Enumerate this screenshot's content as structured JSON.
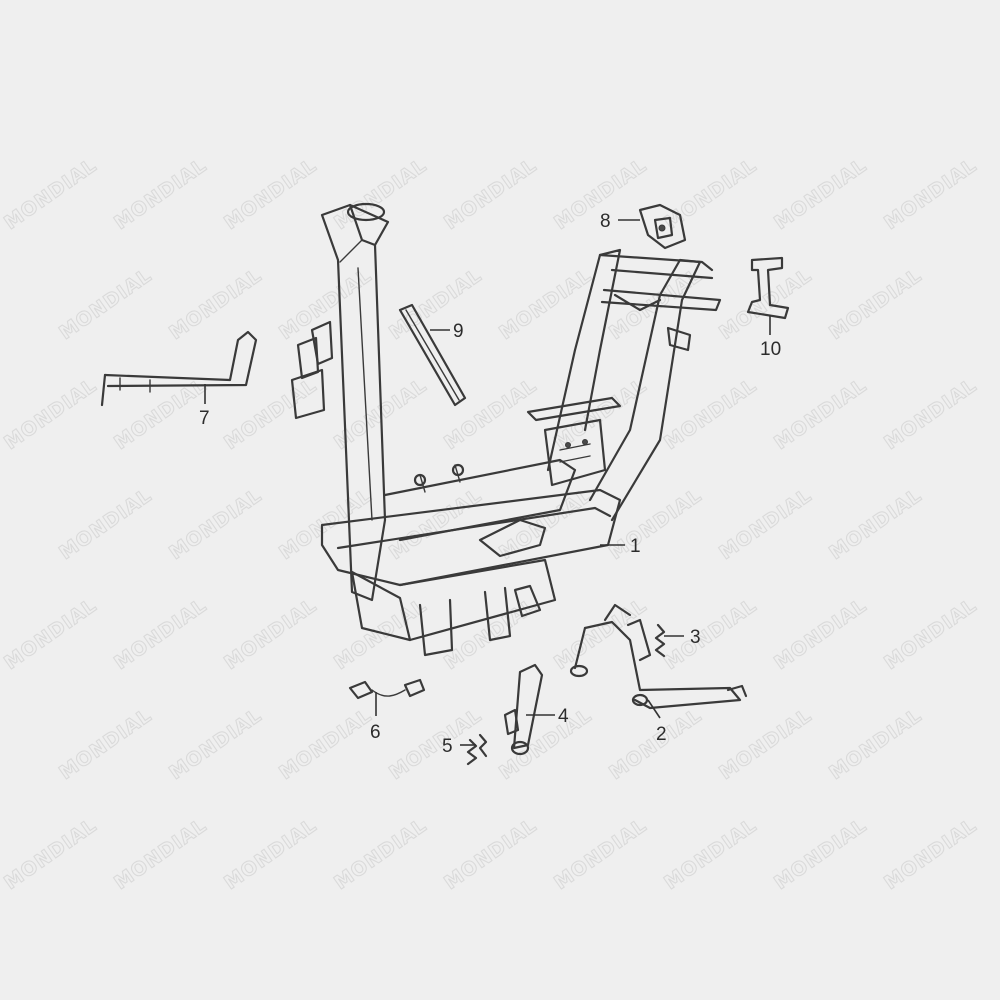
{
  "watermark": "MONDIAL",
  "callouts": [
    {
      "id": "1",
      "label": "1"
    },
    {
      "id": "2",
      "label": "2"
    },
    {
      "id": "3",
      "label": "3"
    },
    {
      "id": "4",
      "label": "4"
    },
    {
      "id": "5",
      "label": "5"
    },
    {
      "id": "6",
      "label": "6"
    },
    {
      "id": "7",
      "label": "7"
    },
    {
      "id": "8",
      "label": "8"
    },
    {
      "id": "9",
      "label": "9"
    },
    {
      "id": "10",
      "label": "10"
    }
  ],
  "colors": {
    "background": "#efefef",
    "ink": "#3a3a3a",
    "watermark": "#dadada"
  }
}
